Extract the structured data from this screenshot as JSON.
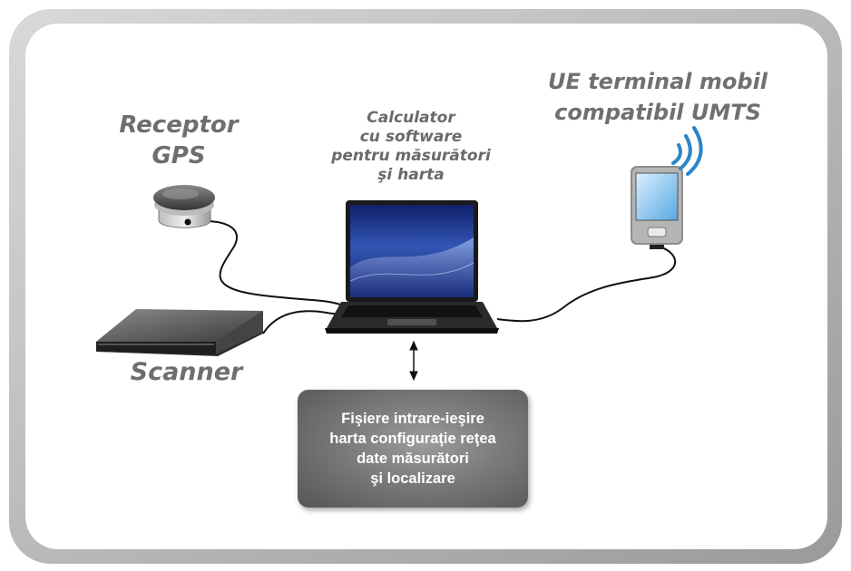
{
  "labels": {
    "gps": [
      "Receptor",
      "GPS"
    ],
    "computer": [
      "Calculator",
      "cu software",
      "pentru măsurători",
      "şi harta"
    ],
    "mobile": [
      "UE terminal mobil",
      "compatibil UMTS"
    ],
    "scanner": "Scanner"
  },
  "file_box": {
    "lines": [
      "Fişiere intrare-ieşire",
      "harta configuraţie reţea",
      "date măsurători",
      "şi localizare"
    ]
  },
  "icons": {
    "gps": "gps-receiver-icon",
    "laptop": "laptop-icon",
    "mobile": "pda-phone-icon",
    "scanner": "flatbed-scanner-icon",
    "signal": "wireless-signal-icon",
    "arrow": "double-arrow-icon"
  },
  "colors": {
    "frame_outer": "#c8c8c8",
    "label_text": "#6e6e6e",
    "signal": "#2a86c8",
    "screen": "#1f3a8a"
  }
}
